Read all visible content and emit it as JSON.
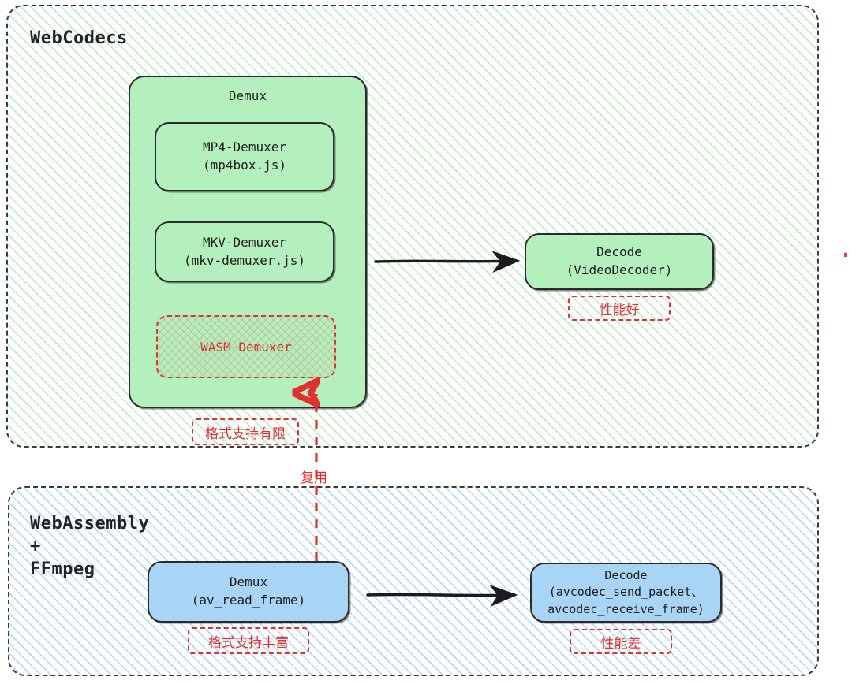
{
  "diagram": {
    "title": "WebCodecs vs WebAssembly+FFmpeg media pipeline comparison",
    "colors": {
      "green_fill": "#b4f0bd",
      "blue_fill": "#a8d5f5",
      "green_hatch": "#8cd896",
      "blue_hatch": "#7ab6e8",
      "outline": "#2b2b2b",
      "dashed_border": "#3b3b3b",
      "red_accent": "#e03030"
    }
  },
  "regions": {
    "webcodecs": {
      "title": "WebCodecs",
      "group": {
        "title": "Demux",
        "items": [
          {
            "label": "MP4-Demuxer\n(mp4box.js)"
          },
          {
            "label": "MKV-Demuxer\n(mkv-demuxer.js)"
          },
          {
            "label": "WASM-Demuxer"
          }
        ],
        "tag": "格式支持有限"
      },
      "decode": {
        "label": "Decode\n(VideoDecoder)",
        "tag": "性能好"
      }
    },
    "wasm_ffmpeg": {
      "title": "WebAssembly\n+\nFFmpeg",
      "demux": {
        "label": "Demux\n(av_read_frame)",
        "tag": "格式支持丰富"
      },
      "decode": {
        "label": "Decode\n(avcodec_send_packet、\navcodec_receive_frame)",
        "tag": "性能差"
      }
    }
  },
  "connectors": {
    "top_flow": {
      "name": "demux-to-decode-arrow"
    },
    "bottom_flow": {
      "name": "demux-to-decode-arrow"
    },
    "reuse": {
      "label": "复用",
      "name": "reuse-dashed-arrow"
    }
  }
}
